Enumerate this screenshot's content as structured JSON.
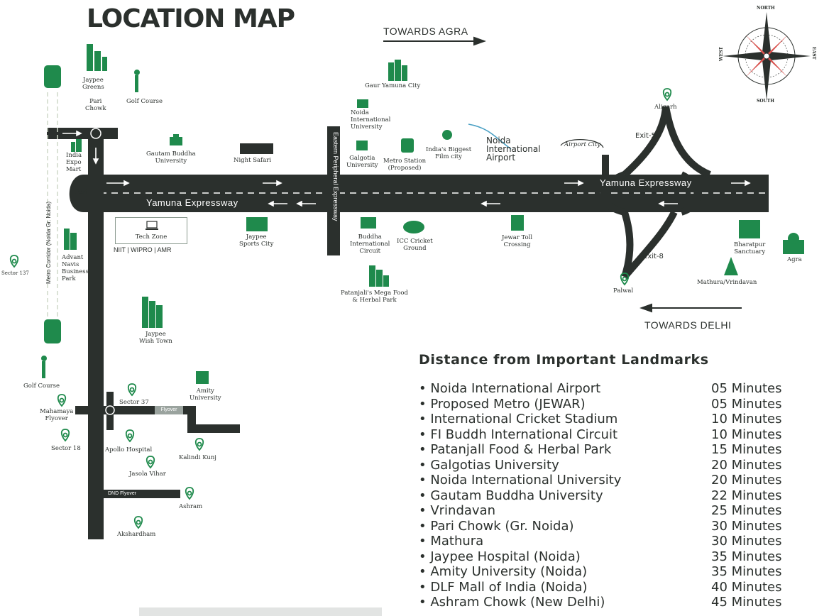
{
  "title": "LOCATION MAP",
  "directions": {
    "towards_agra": "TOWARDS AGRA",
    "towards_delhi": "TOWARDS DELHI"
  },
  "compass": {
    "north": "NORTH",
    "south": "SOUTH",
    "east": "EAST",
    "west": "WEST"
  },
  "roads": {
    "yamuna_top": "Yamuna Expressway",
    "yamuna_bottom": "Yamuna Expressway",
    "eastern_peripheral": "Eastern Peripheral Expressway",
    "metro_corridor": "Metro Corridor (Noida Gr. Noida)",
    "exit5": "Exit-5",
    "exit8": "Exit-8",
    "flyover": "Flyover",
    "dnd": "DND Flyover",
    "pari_chowk_tag": "Pari",
    "airport_city": "Airport City"
  },
  "places": {
    "jaypee_greens": "Jaypee\nGreens",
    "pari_chowk": "Pari\nChowk",
    "golf_course_top": "Golf Course",
    "india_expo_mart": "India\nExpo\nMart",
    "gautam_buddha_university": "Gautam Buddha\nUniversity",
    "night_safari": "Night Safari",
    "gaur_yamuna_city": "Gaur Yamuna City",
    "noida_international_university": "Noida\nInternational\nUniversity",
    "galgotia_university": "Galgotia\nUniversity",
    "metro_station": "Metro Station\n(Proposed)",
    "film_city": "India's Biggest\nFilm city",
    "noida_international_airport": "Noida\nInternational\nAirport",
    "aligarh": "Aligarh",
    "tech_zone": "Tech Zone",
    "tech_companies": "NIIT | WIPRO | AMR",
    "jaypee_sports_city": "Jaypee\nSports City",
    "buddh_circuit": "Buddha\nInternational\nCircuit",
    "icc_cricket_ground": "ICC Cricket\nGround",
    "jewar_toll": "Jewar Toll\nCrossing",
    "patanjali": "Patanjali's Mega Food\n& Herbal Park",
    "palwal": "Palwal",
    "bharatpur": "Bharatpur\nSanctuary",
    "agra": "Agra",
    "mathura_vrindavan": "Mathura/Vrindavan",
    "sector_137": "Sector 137",
    "advant_navis": "Advant\nNavis\nBusiness\nPark",
    "jaypee_wish_town": "Jaypee\nWish Town",
    "golf_course_bottom": "Golf Course",
    "mahamaya_flyover": "Mahamaya\nFlyover",
    "sector_37": "Sector 37",
    "amity_university": "Amity\nUniversity",
    "sector_18": "Sector 18",
    "apollo_hospital": "Apollo Hospital",
    "kalindi_kunj": "Kalindi Kunj",
    "jasola_vihar": "Jasola Vihar",
    "ashram": "Ashram",
    "akshardham": "Akshardham"
  },
  "distances": {
    "heading": "Distance from Important Landmarks",
    "items": [
      {
        "name": "Noida International Airport",
        "time": "05 Minutes"
      },
      {
        "name": "Proposed Metro (JEWAR)",
        "time": "05 Minutes"
      },
      {
        "name": "International Cricket Stadium",
        "time": "10 Minutes"
      },
      {
        "name": "FI Buddh International Circuit",
        "time": "10 Minutes"
      },
      {
        "name": "Patanjall Food & Herbal Park",
        "time": "15 Minutes"
      },
      {
        "name": "Galgotias University",
        "time": "20 Minutes"
      },
      {
        "name": "Noida International University",
        "time": "20 Minutes"
      },
      {
        "name": "Gautam Buddha University",
        "time": "22 Minutes"
      },
      {
        "name": "Vrindavan",
        "time": "25 Minutes"
      },
      {
        "name": "Pari Chowk (Gr. Noida)",
        "time": "30 Minutes"
      },
      {
        "name": "Mathura",
        "time": "30 Minutes"
      },
      {
        "name": "Jaypee Hospital (Noida)",
        "time": "35 Minutes"
      },
      {
        "name": "Amity University (Noida)",
        "time": "35 Minutes"
      },
      {
        "name": "DLF Mall of India (Noida)",
        "time": "40 Minutes"
      },
      {
        "name": "Ashram Chowk (New Delhi)",
        "time": "45 Minutes"
      }
    ]
  },
  "colors": {
    "road": "#2b302d",
    "icon_green": "#1f8a4c",
    "accent_red": "#d9534f"
  }
}
